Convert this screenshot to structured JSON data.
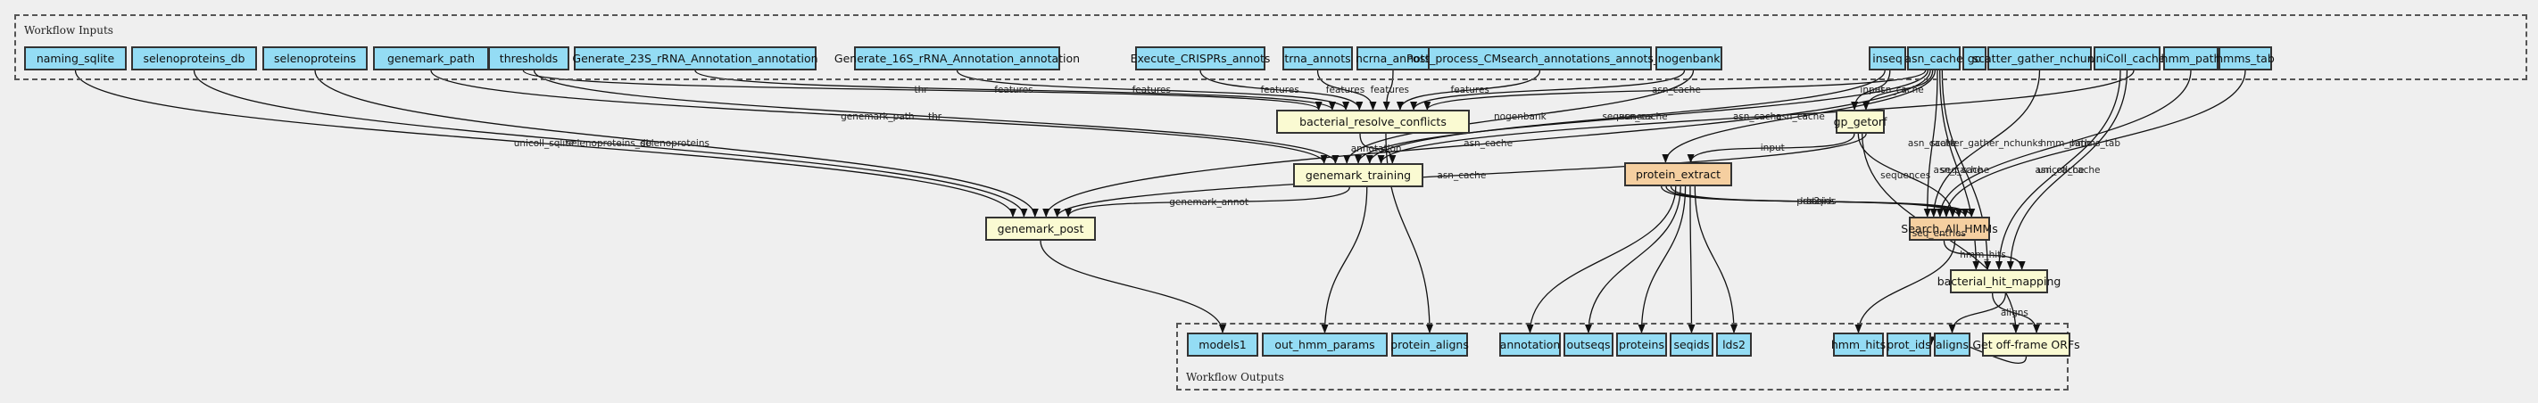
{
  "clusters": {
    "inputs_label": "Workflow Inputs",
    "outputs_label": "Workflow Outputs"
  },
  "colors": {
    "background": "#efefef",
    "io_node": "#94dcf4",
    "step_node": "#fafad2",
    "scatter_step_node": "#f5cfa0",
    "edge": "#111111"
  },
  "inputs": [
    {
      "id": "naming_sqlite",
      "label": "naming_sqlite"
    },
    {
      "id": "selenoproteins_db",
      "label": "selenoproteins_db"
    },
    {
      "id": "selenoproteins",
      "label": "selenoproteins"
    },
    {
      "id": "genemark_path",
      "label": "genemark_path"
    },
    {
      "id": "thresholds",
      "label": "thresholds"
    },
    {
      "id": "gen23s",
      "label": "Generate_23S_rRNA_Annotation_annotation"
    },
    {
      "id": "gen16s",
      "label": "Generate_16S_rRNA_Annotation_annotation"
    },
    {
      "id": "crispr",
      "label": "Execute_CRISPRs_annots"
    },
    {
      "id": "trna",
      "label": "trna_annots"
    },
    {
      "id": "ncrna",
      "label": "ncrna_annots"
    },
    {
      "id": "cm5s",
      "label": "Post_process_CMsearch_annotations_annots_5S"
    },
    {
      "id": "nogenbank",
      "label": "nogenbank"
    },
    {
      "id": "inseq",
      "label": "inseq"
    },
    {
      "id": "asn_cache",
      "label": "asn_cache"
    },
    {
      "id": "go",
      "label": "go"
    },
    {
      "id": "sgn",
      "label": "scatter_gather_nchunks"
    },
    {
      "id": "unicoll",
      "label": "uniColl_cache"
    },
    {
      "id": "hmm_path",
      "label": "hmm_path"
    },
    {
      "id": "hmms_tab",
      "label": "hmms_tab"
    }
  ],
  "steps": [
    {
      "id": "brc",
      "label": "bacterial_resolve_conflicts",
      "kind": "step"
    },
    {
      "id": "gp_getorf",
      "label": "gp_getorf",
      "kind": "step"
    },
    {
      "id": "gm_training",
      "label": "genemark_training",
      "kind": "step"
    },
    {
      "id": "protein_extract",
      "label": "protein_extract",
      "kind": "scatter"
    },
    {
      "id": "gm_post",
      "label": "genemark_post",
      "kind": "step"
    },
    {
      "id": "search_hmms",
      "label": "Search_All_HMMs",
      "kind": "scatter"
    },
    {
      "id": "bhm",
      "label": "bacterial_hit_mapping",
      "kind": "step"
    },
    {
      "id": "offframe",
      "label": "Get off-frame ORFs",
      "kind": "step"
    }
  ],
  "outputs": [
    {
      "id": "models1",
      "label": "models1"
    },
    {
      "id": "out_hmm_params",
      "label": "out_hmm_params"
    },
    {
      "id": "protein_aligns",
      "label": "protein_aligns"
    },
    {
      "id": "annotation",
      "label": "annotation"
    },
    {
      "id": "outseqs",
      "label": "outseqs"
    },
    {
      "id": "proteins",
      "label": "proteins"
    },
    {
      "id": "seqids",
      "label": "seqids"
    },
    {
      "id": "lds2",
      "label": "lds2"
    },
    {
      "id": "hmm_hits",
      "label": "hmm_hits"
    },
    {
      "id": "prot_ids",
      "label": "prot_ids"
    },
    {
      "id": "aligns",
      "label": "aligns"
    }
  ],
  "edges": [
    {
      "from": "naming_sqlite",
      "to": "gm_post",
      "label": "unicoll_sqlite"
    },
    {
      "from": "selenoproteins_db",
      "to": "gm_post",
      "label": "selenoproteins_db"
    },
    {
      "from": "selenoproteins",
      "to": "gm_post",
      "label": "selenoproteins"
    },
    {
      "from": "genemark_path",
      "to": "gm_training",
      "label": "genemark_path"
    },
    {
      "from": "thresholds",
      "to": "brc",
      "label": "thr"
    },
    {
      "from": "thresholds",
      "to": "gm_training",
      "label": "thr"
    },
    {
      "from": "gen23s",
      "to": "brc",
      "label": "features"
    },
    {
      "from": "gen16s",
      "to": "brc",
      "label": "features"
    },
    {
      "from": "crispr",
      "to": "brc",
      "label": "features"
    },
    {
      "from": "trna",
      "to": "brc",
      "label": "features"
    },
    {
      "from": "ncrna",
      "to": "brc",
      "label": "features"
    },
    {
      "from": "cm5s",
      "to": "brc",
      "label": "features"
    },
    {
      "from": "nogenbank",
      "to": "brc",
      "label": ""
    },
    {
      "from": "nogenbank",
      "to": "gm_training",
      "label": "nogenbank"
    },
    {
      "from": "asn_cache",
      "to": "brc",
      "label": "asn_cache"
    },
    {
      "from": "asn_cache",
      "to": "gm_training",
      "label": "asn_cache"
    },
    {
      "from": "asn_cache",
      "to": "gm_post",
      "label": "asn_cache"
    },
    {
      "from": "inseq",
      "to": "gm_training",
      "label": "sequences"
    },
    {
      "from": "inseq",
      "to": "gp_getorf",
      "label": "input"
    },
    {
      "from": "asn_cache",
      "to": "gp_getorf",
      "label": "asn_cache"
    },
    {
      "from": "asn_cache",
      "to": "protein_extract",
      "label": "asn_cache"
    },
    {
      "from": "asn_cache",
      "to": "search_hmms",
      "label": "asn_cache"
    },
    {
      "from": "asn_cache",
      "to": "bhm",
      "label": "asn_cache"
    },
    {
      "from": "asn_cache",
      "to": "bhm",
      "label": "seq_cache"
    },
    {
      "from": "sgn",
      "to": "search_hmms",
      "label": "scatter_gather_nchunks"
    },
    {
      "from": "unicoll",
      "to": "bhm",
      "label": "asn_cache"
    },
    {
      "from": "unicoll",
      "to": "bhm",
      "label": "unicoll_cache"
    },
    {
      "from": "unicoll",
      "to": "gm_training",
      "label": "asn_cache"
    },
    {
      "from": "hmm_path",
      "to": "search_hmms",
      "label": "hmm_path"
    },
    {
      "from": "hmms_tab",
      "to": "search_hmms",
      "label": "hmms_tab"
    },
    {
      "from": "brc",
      "to": "gm_training",
      "label": "annotation"
    },
    {
      "from": "brc",
      "to": "protein_aligns",
      "label": ""
    },
    {
      "from": "gp_getorf",
      "to": "protein_extract",
      "label": "input"
    },
    {
      "from": "gp_getorf",
      "to": "search_hmms",
      "label": "sequences"
    },
    {
      "from": "gp_getorf",
      "to": "offframe",
      "label": "seq_entries"
    },
    {
      "from": "gp_getorf",
      "to": "gm_post",
      "label": "asn_cache"
    },
    {
      "from": "gm_training",
      "to": "gm_post",
      "label": "genemark_annot"
    },
    {
      "from": "gm_training",
      "to": "out_hmm_params",
      "label": ""
    },
    {
      "from": "gm_post",
      "to": "models1",
      "label": ""
    },
    {
      "from": "protein_extract",
      "to": "search_hmms",
      "label": "lds2"
    },
    {
      "from": "protein_extract",
      "to": "search_hmms",
      "label": "proteins"
    },
    {
      "from": "protein_extract",
      "to": "search_hmms",
      "label": "seqids"
    },
    {
      "from": "protein_extract",
      "to": "annotation",
      "label": ""
    },
    {
      "from": "protein_extract",
      "to": "outseqs",
      "label": ""
    },
    {
      "from": "protein_extract",
      "to": "proteins",
      "label": ""
    },
    {
      "from": "protein_extract",
      "to": "seqids",
      "label": ""
    },
    {
      "from": "protein_extract",
      "to": "lds2",
      "label": ""
    },
    {
      "from": "search_hmms",
      "to": "bhm",
      "label": "hmm_hits"
    },
    {
      "from": "search_hmms",
      "to": "hmm_hits",
      "label": ""
    },
    {
      "from": "bhm",
      "to": "offframe",
      "label": "aligns"
    },
    {
      "from": "bhm",
      "to": "aligns",
      "label": ""
    },
    {
      "from": "offframe",
      "to": "prot_ids",
      "label": ""
    }
  ]
}
